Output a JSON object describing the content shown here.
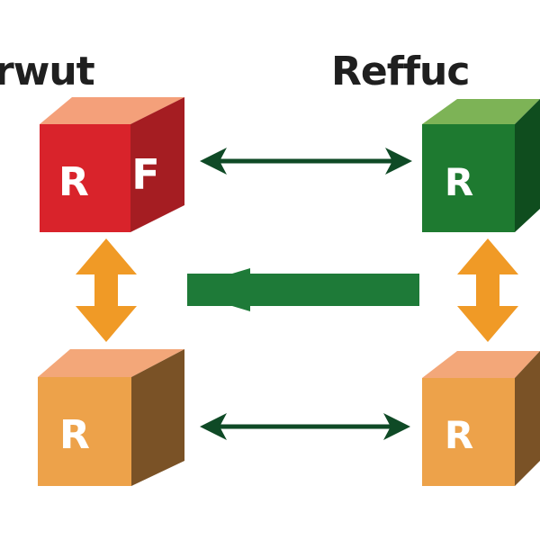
{
  "titles": {
    "left": "rwut",
    "right": "Reffuc"
  },
  "cubes": {
    "top_left": {
      "front_letter": "R",
      "side_letter": "F"
    },
    "top_right": {
      "front_letter": "R"
    },
    "bottom_left": {
      "front_letter": "R"
    },
    "bottom_right": {
      "front_letter": "R"
    }
  },
  "colors": {
    "red_front": "#d9232b",
    "red_side": "#a51d22",
    "red_top": "#f4a07a",
    "green_front": "#1e7a30",
    "green_side": "#0f4d1e",
    "green_top": "#7db356",
    "orange_front": "#eda24a",
    "orange_side": "#7a5226",
    "orange_top": "#f3a779",
    "arrow_orange": "#f09a26",
    "arrow_green": "#1e7a38",
    "arrow_dark_green": "#0f4a26"
  }
}
